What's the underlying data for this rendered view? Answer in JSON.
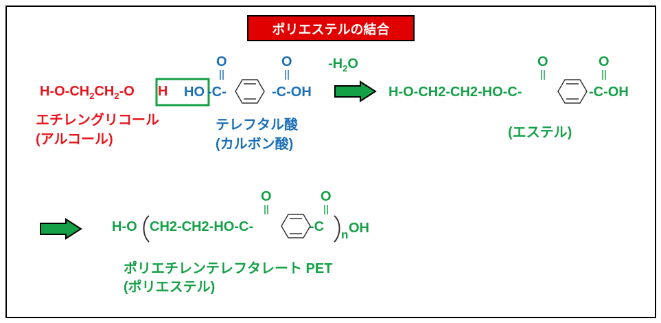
{
  "title": "ポリエステルの結合",
  "alcohol": {
    "formula_pre": "H-O-CH",
    "sub1": "2",
    "mid": "CH",
    "sub2": "2",
    "post": "-O",
    "h": "H",
    "name": "エチレングリコール",
    "category": "(アルコール)"
  },
  "acid": {
    "ho": "HO",
    "c1": "-C-",
    "c2": "-C-OH",
    "o": "O",
    "name": "テレフタル酸",
    "category": "(カルボン酸)"
  },
  "water": {
    "pre": "-H",
    "sub": "2",
    "post": "O"
  },
  "ester": {
    "formula_pre": "H-O-CH2-CH2-HO-C-",
    "formula_post": "-C-OH",
    "o": "O",
    "label": "(エステル)"
  },
  "polymer": {
    "pre": "H-O",
    "mid": "CH2-CH2-HO-C-",
    "post": "-C",
    "n": "n",
    "oh": "OH",
    "o": "O",
    "name": "ポリエチレンテレフタレート PET",
    "category": "(ポリエステル)"
  },
  "colors": {
    "alcohol": "#e8141c",
    "acid": "#1b6fb5",
    "product": "#14a046",
    "title_bg": "#e00000",
    "reaction_box": "#14a046"
  }
}
